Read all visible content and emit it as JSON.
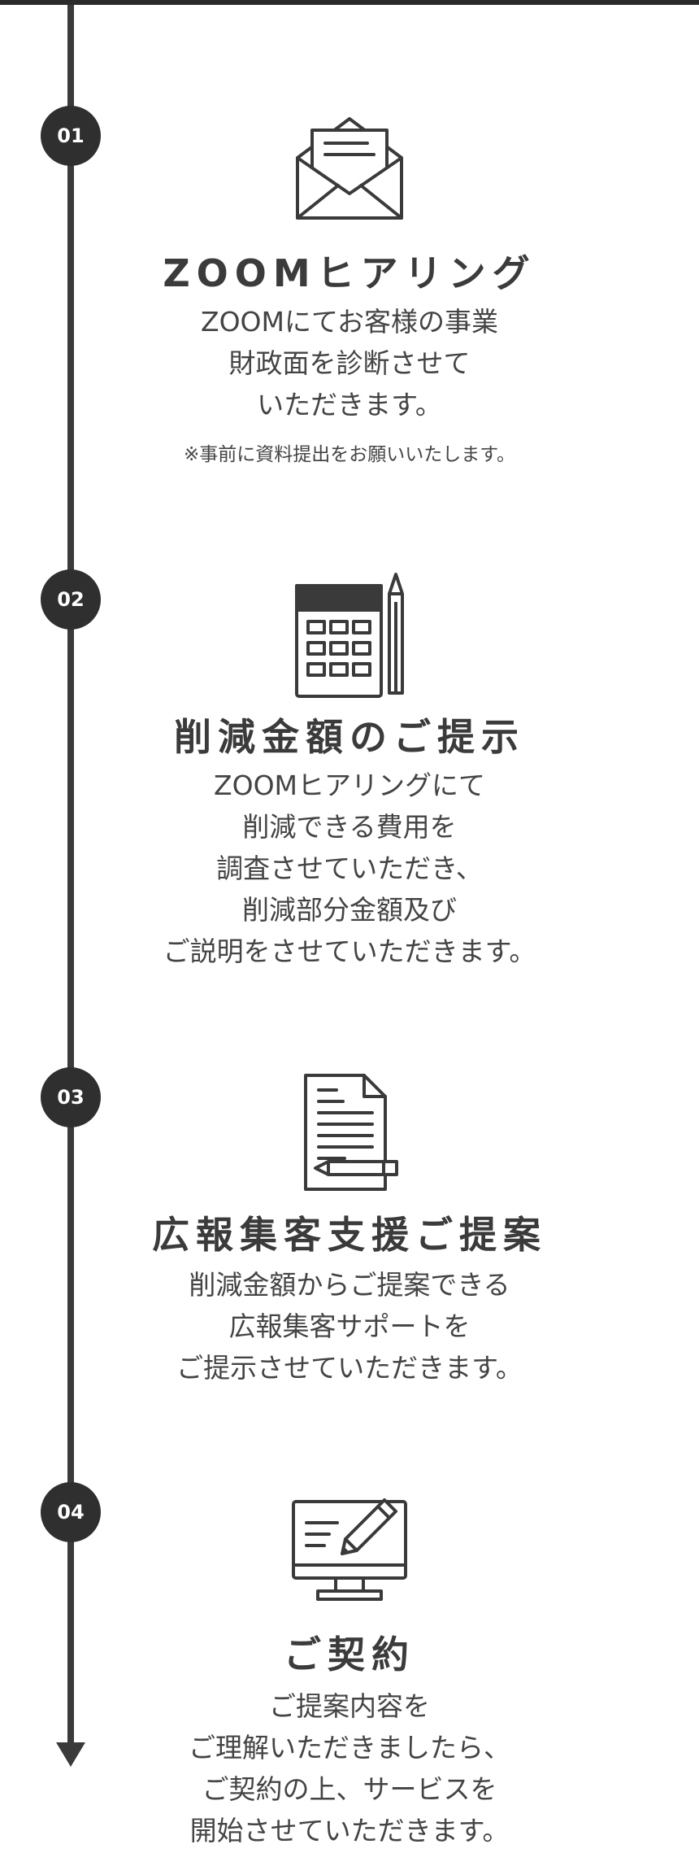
{
  "steps": [
    {
      "number": "01",
      "icon": "envelope-icon",
      "title": "ZOOMヒアリング",
      "lines": [
        "ZOOMにてお客様の事業",
        "財政面を診断させて",
        "いただきます。"
      ],
      "note": "※事前に資料提出をお願いいたします。"
    },
    {
      "number": "02",
      "icon": "calculator-pen-icon",
      "title": "削減金額のご提示",
      "lines": [
        "ZOOMヒアリングにて",
        "削減できる費用を",
        "調査させていただき、",
        "削減部分金額及び",
        "ご説明をさせていただきます。"
      ]
    },
    {
      "number": "03",
      "icon": "document-pen-icon",
      "title": "広報集客支援ご提案",
      "lines": [
        "削減金額からご提案できる",
        "広報集客サポートを",
        "ご提示させていただきます。"
      ]
    },
    {
      "number": "04",
      "icon": "monitor-pencil-icon",
      "title": "ご契約",
      "lines": [
        "ご提案内容を",
        "ご理解いただきましたら、",
        "ご契約の上、サービスを",
        "開始させていただきます。"
      ]
    }
  ],
  "colors": {
    "line": "#3a3a3a",
    "badge": "#2f2f2f",
    "text": "#444444"
  }
}
